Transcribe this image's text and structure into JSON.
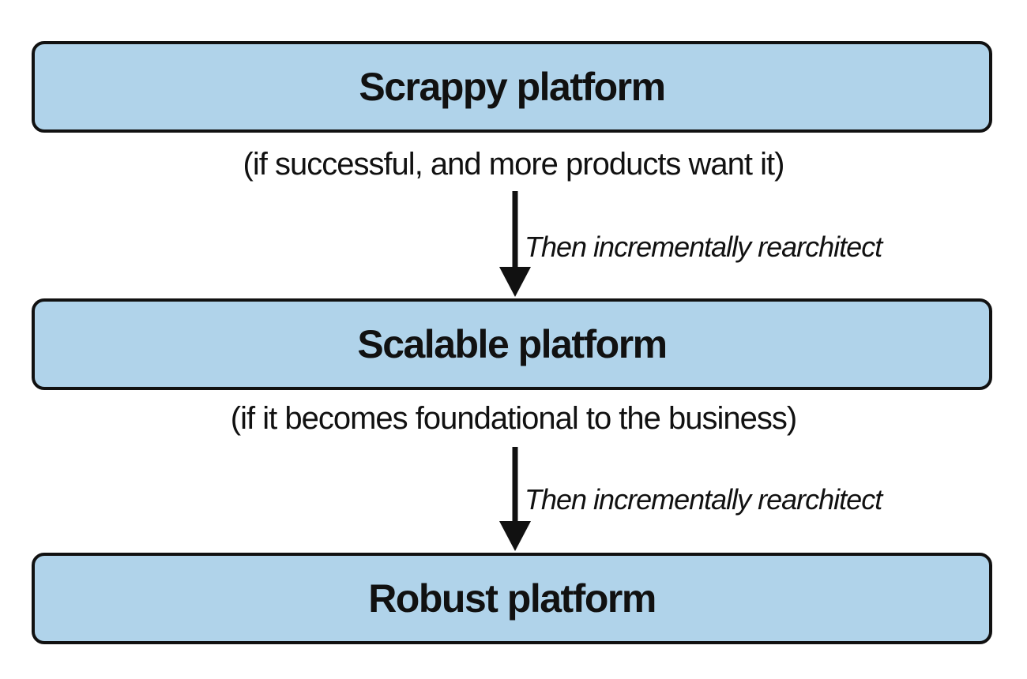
{
  "diagram": {
    "stages": [
      {
        "label": "Scrappy platform"
      },
      {
        "label": "Scalable platform"
      },
      {
        "label": "Robust platform"
      }
    ],
    "transitions": [
      {
        "condition": "(if successful, and more products want it)",
        "action": "Then incrementally rearchitect"
      },
      {
        "condition": "(if it becomes foundational to the business)",
        "action": "Then incrementally rearchitect"
      }
    ],
    "colors": {
      "box_fill": "#b0d3ea",
      "stroke": "#111111",
      "text": "#111111"
    }
  }
}
